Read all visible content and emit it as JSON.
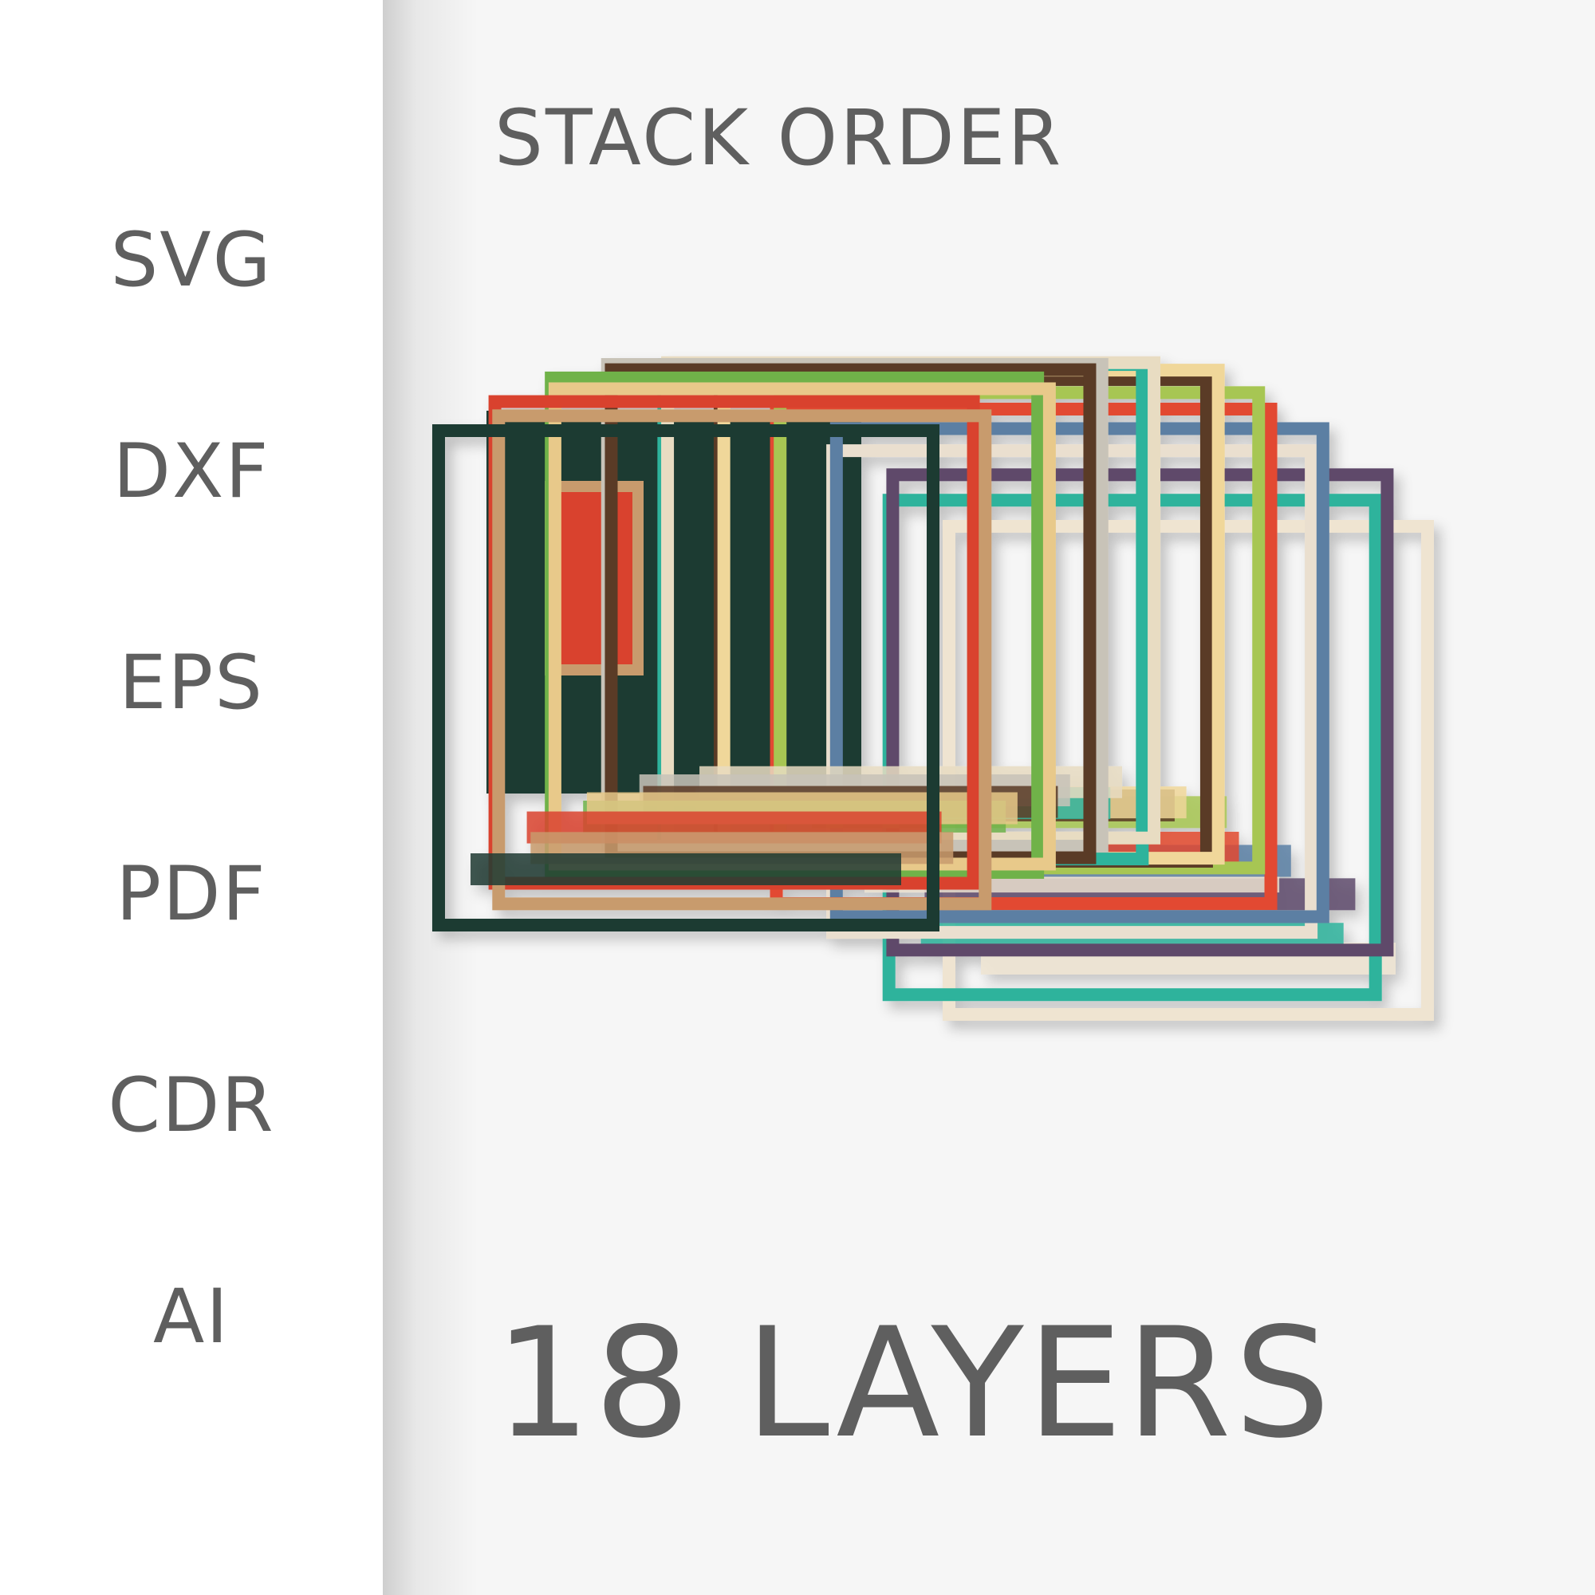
{
  "sidebar": {
    "formats": [
      {
        "label": "SVG"
      },
      {
        "label": "DXF"
      },
      {
        "label": "EPS"
      },
      {
        "label": "PDF"
      },
      {
        "label": "CDR"
      },
      {
        "label": "AI"
      }
    ]
  },
  "main": {
    "title": "STACK ORDER",
    "layers_label": "18 LAYERS"
  },
  "stack": {
    "layer_colors": [
      "#1f3b33",
      "#c89b6d",
      "#d9432e",
      "#e8c98a",
      "#6fb24a",
      "#5a3b25",
      "#c8c3b8",
      "#e8dcc2",
      "#2fb39c",
      "#f0d79a",
      "#5a3b25",
      "#a7c653",
      "#e24a30",
      "#5b7fa3",
      "#eadfcf",
      "#5e4a6b",
      "#2fb39c",
      "#efe4d1"
    ]
  }
}
